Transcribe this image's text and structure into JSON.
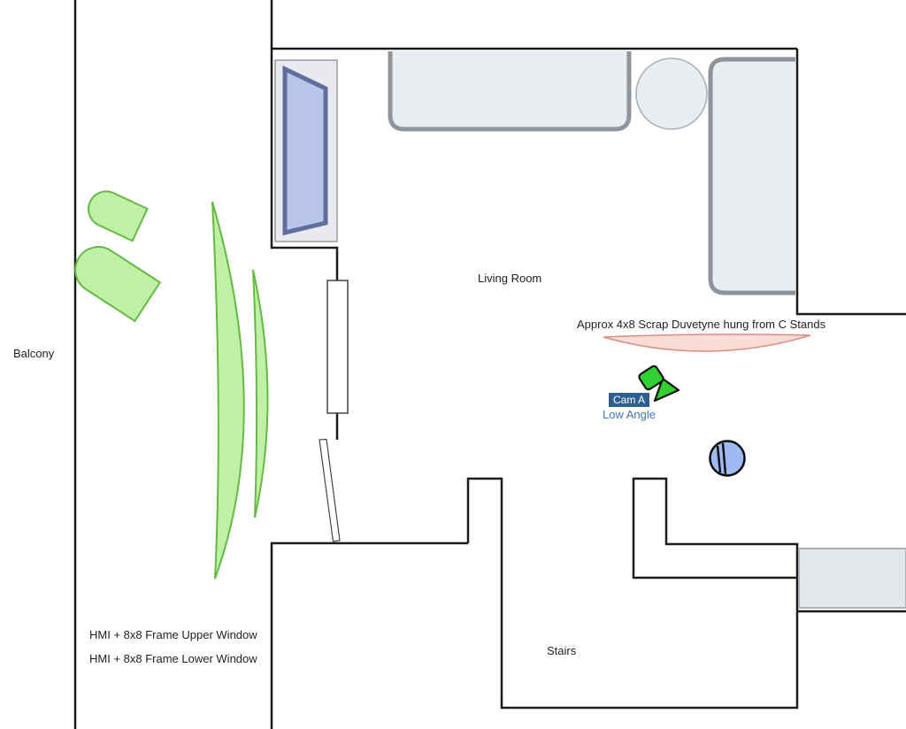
{
  "labels": {
    "balcony": "Balcony",
    "living_room": "Living Room",
    "duvetyne_note": "Approx 4x8 Scrap Duvetyne hung from C Stands",
    "cam_a": "Cam A",
    "low_angle": "Low Angle",
    "stairs": "Stairs",
    "hmi_upper": "HMI + 8x8 Frame Upper Window",
    "hmi_lower": "HMI + 8x8 Frame Lower Window"
  },
  "icons": {
    "camera": "camera-icon",
    "stool": "stool-icon",
    "hmi_light": "hmi-light-icon",
    "diffusion_frame": "diffusion-frame-icon",
    "duvetyne": "duvetyne-flag-icon"
  },
  "colors": {
    "text_color": "#1f1f1f",
    "wall": "#1c1c1c",
    "furniture_fill": "#e9edf1",
    "furniture_stroke_heavy": "#8c949c",
    "furniture_stroke_light": "#a9b1b9",
    "bench_fill": "#e3e8ec",
    "window_frame_fill": "#e8eaf0",
    "window_frame_stroke": "#9aa0a6",
    "window_glass_fill": "#b9c6ea",
    "window_glass_stroke": "#5e6e9e",
    "light_fill": "#c0efa6",
    "light_stroke": "#64ba43",
    "duvetyne_fill": "#fadcd6",
    "duvetyne_stroke": "#dc8c80",
    "camera_fill": "#2fd02f",
    "camera_stroke": "#111111",
    "cam_badge_bg": "#2e5f92",
    "cam_badge_text": "#ffffff",
    "low_angle_text": "#4377bc",
    "chair_fill": "#9dbbf2",
    "chair_stroke": "#0a0a0a",
    "door_stroke": "#444444"
  }
}
